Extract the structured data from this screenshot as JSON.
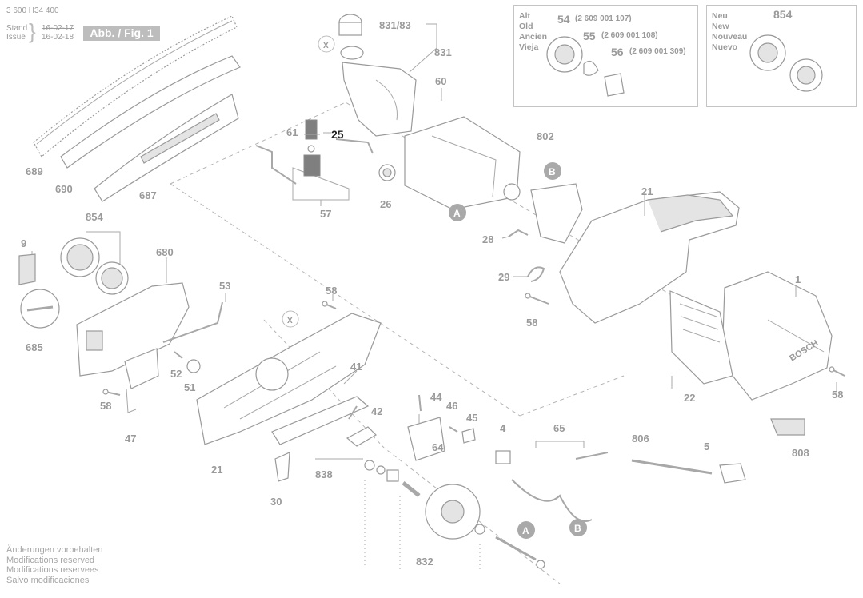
{
  "header": {
    "doc_number": "3 600 H34 400",
    "stand_label": "Stand",
    "issue_label": "Issue",
    "date_old": "16-02-17",
    "date_new": "16-02-18",
    "figure_tag": "Abb. / Fig. 1"
  },
  "variant_box_old": {
    "lang_labels": [
      "Alt",
      "Old",
      "Ancien",
      "Vieja"
    ],
    "parts": [
      {
        "ref": "54",
        "code": "(2 609 001 107)"
      },
      {
        "ref": "55",
        "code": "(2 609 001 108)"
      },
      {
        "ref": "56",
        "code": "(2 609 001 309)"
      }
    ]
  },
  "variant_box_new": {
    "lang_labels": [
      "Neu",
      "New",
      "Nouveau",
      "Nuevo"
    ],
    "parts": [
      {
        "ref": "854"
      }
    ]
  },
  "part_labels": {
    "p689": "689",
    "p690": "690",
    "p687": "687",
    "p831_83": "831/83",
    "p831": "831",
    "p60": "60",
    "p61": "61",
    "p25": "25",
    "p57": "57",
    "p26": "26",
    "p802": "802",
    "p21_top": "21",
    "p28": "28",
    "p29": "29",
    "p58_mid": "58",
    "p1": "1",
    "p9": "9",
    "p854": "854",
    "p680": "680",
    "p685": "685",
    "p53": "53",
    "p58_center": "58",
    "p52": "52",
    "p51": "51",
    "p58_left": "58",
    "p47": "47",
    "p41": "41",
    "p42": "42",
    "p21_bottom": "21",
    "p838": "838",
    "p30": "30",
    "p44": "44",
    "p46": "46",
    "p45": "45",
    "p64": "64",
    "p4": "4",
    "p65": "65",
    "p806": "806",
    "p5": "5",
    "p808": "808",
    "p22": "22",
    "p58_right": "58",
    "p832": "832"
  },
  "markers": {
    "a": "A",
    "b": "B",
    "x": "X"
  },
  "brand_mark": "BOSCH",
  "footer": {
    "lines": [
      "Änderungen vorbehalten",
      "Modifications reserved",
      "Modifications reservees",
      "Salvo modificaciones"
    ]
  }
}
